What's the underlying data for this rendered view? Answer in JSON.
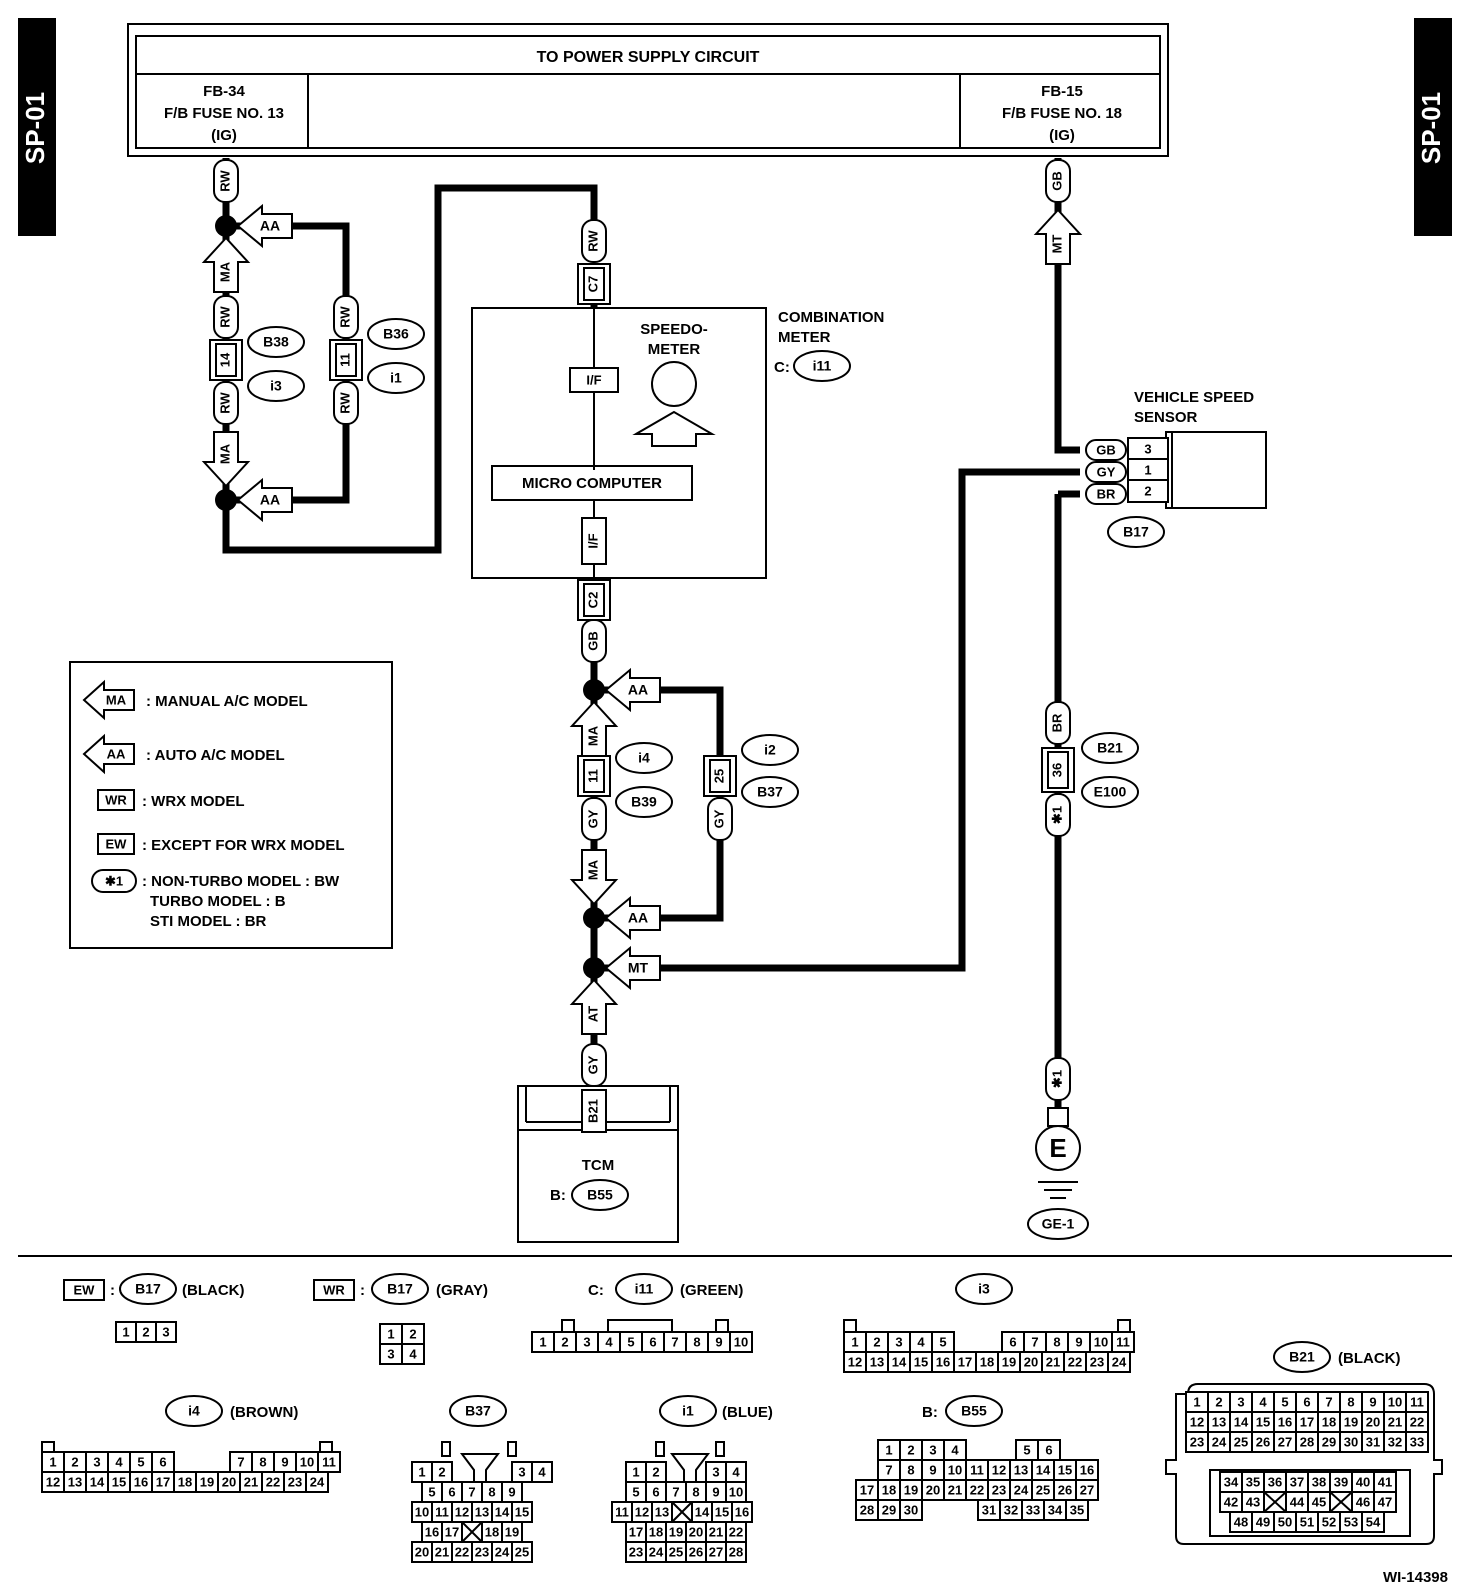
{
  "page": {
    "tag_left": "SP-01",
    "tag_right": "SP-01",
    "figure_id": "WI-14398"
  },
  "power": {
    "title": "TO POWER SUPPLY CIRCUIT",
    "left": {
      "line1": "FB-34",
      "line2": "F/B FUSE NO. 13",
      "line3": "(IG)"
    },
    "right": {
      "line1": "FB-15",
      "line2": "F/B FUSE NO. 18",
      "line3": "(IG)"
    }
  },
  "wires": {
    "RW": "RW",
    "GB": "GB",
    "GY": "GY",
    "BR": "BR",
    "star1": "✱1"
  },
  "tags": {
    "MA": "MA",
    "AA": "AA",
    "MT": "MT",
    "AT": "AT"
  },
  "pins": {
    "p14": "14",
    "p11": "11",
    "p25": "25",
    "p36": "36",
    "C7": "C7",
    "C2": "C2",
    "B21": "B21"
  },
  "connectors": {
    "B38": "B38",
    "i3": "i3",
    "B36": "B36",
    "i1": "i1",
    "i11": "i11",
    "i4": "i4",
    "B39": "B39",
    "i2": "i2",
    "B37": "B37",
    "B21": "B21",
    "E100": "E100",
    "B17": "B17",
    "B55": "B55"
  },
  "meter": {
    "name1": "COMBINATION",
    "name2": "METER",
    "prefix": "C:",
    "speedo1": "SPEEDO-",
    "speedo2": "METER",
    "if_label": "I/F",
    "micro": "MICRO COMPUTER"
  },
  "vss": {
    "name1": "VEHICLE SPEED",
    "name2": "SENSOR",
    "pins": [
      "3",
      "1",
      "2"
    ]
  },
  "tcm": {
    "name": "TCM",
    "prefix": "B:"
  },
  "ground": {
    "symbol": "E",
    "label": "GE-1"
  },
  "legend": {
    "ma_text": ": MANUAL A/C MODEL",
    "aa_text": ": AUTO A/C MODEL",
    "wr_sym": "WR",
    "wr_text": ": WRX MODEL",
    "ew_sym": "EW",
    "ew_text": ": EXCEPT FOR WRX  MODEL",
    "star_sym": "✱1",
    "star_lines": [
      ": NON-TURBO MODEL : BW",
      "TURBO MODEL         : B",
      "STI MODEL              : BR"
    ]
  },
  "pinouts": {
    "b17_ew": {
      "sym": "EW",
      "colon": ":",
      "color": "(BLACK)",
      "pins": [
        "1",
        "2",
        "3"
      ]
    },
    "b17_wr": {
      "sym": "WR",
      "colon": ":",
      "color": "(GRAY)",
      "pins": [
        "1",
        "2",
        "3",
        "4"
      ]
    },
    "i11": {
      "prefix": "C:",
      "color": "(GREEN)",
      "pins": [
        "1",
        "2",
        "3",
        "4",
        "5",
        "6",
        "7",
        "8",
        "9",
        "10"
      ]
    },
    "i3": {
      "row1": [
        "1",
        "2",
        "3",
        "4",
        "5",
        "",
        "6",
        "7",
        "8",
        "9",
        "10",
        "11"
      ],
      "row2": [
        "12",
        "13",
        "14",
        "15",
        "16",
        "17",
        "18",
        "19",
        "20",
        "21",
        "22",
        "23",
        "24"
      ]
    },
    "i4": {
      "color": "(BROWN)",
      "row1": [
        "1",
        "2",
        "3",
        "4",
        "5",
        "6",
        "",
        "7",
        "8",
        "9",
        "10",
        "11"
      ],
      "row2": [
        "12",
        "13",
        "14",
        "15",
        "16",
        "17",
        "18",
        "19",
        "20",
        "21",
        "22",
        "23",
        "24"
      ]
    },
    "b37": {
      "rows": [
        [
          "1",
          "2",
          "",
          "3",
          "4"
        ],
        [
          "5",
          "6",
          "7",
          "8",
          "9"
        ],
        [
          "10",
          "11",
          "12",
          "13",
          "14",
          "15"
        ],
        [
          "16",
          "17",
          "X",
          "18",
          "19"
        ],
        [
          "20",
          "21",
          "22",
          "23",
          "24",
          "25"
        ]
      ]
    },
    "i1": {
      "color": "(BLUE)",
      "rows": [
        [
          "1",
          "2",
          "",
          "3",
          "4"
        ],
        [
          "5",
          "6",
          "7",
          "8",
          "9",
          "10"
        ],
        [
          "11",
          "12",
          "13",
          "X",
          "14",
          "15",
          "16"
        ],
        [
          "17",
          "18",
          "19",
          "20",
          "21",
          "22"
        ],
        [
          "23",
          "24",
          "25",
          "26",
          "27",
          "28"
        ]
      ]
    },
    "b55": {
      "prefix": "B:",
      "rows": [
        [
          "1",
          "2",
          "3",
          "4",
          "",
          "5",
          "6"
        ],
        [
          "7",
          "8",
          "9",
          "10",
          "11",
          "12",
          "13",
          "14",
          "15",
          "16"
        ],
        [
          "17",
          "18",
          "19",
          "20",
          "21",
          "22",
          "23",
          "24",
          "25",
          "26",
          "27"
        ],
        [
          "28",
          "29",
          "30",
          "",
          "31",
          "32",
          "33",
          "34",
          "35"
        ]
      ]
    },
    "b21": {
      "color": "(BLACK)",
      "rows": [
        [
          "1",
          "2",
          "3",
          "4",
          "5",
          "6",
          "7",
          "8",
          "9",
          "10",
          "11"
        ],
        [
          "12",
          "13",
          "14",
          "15",
          "16",
          "17",
          "18",
          "19",
          "20",
          "21",
          "22"
        ],
        [
          "23",
          "24",
          "25",
          "26",
          "27",
          "28",
          "29",
          "30",
          "31",
          "32",
          "33"
        ]
      ],
      "rows_lower": [
        [
          "34",
          "35",
          "36",
          "37",
          "38",
          "39",
          "40",
          "41"
        ],
        [
          "42",
          "43",
          "X",
          "44",
          "45",
          "X",
          "46",
          "47"
        ],
        [
          "48",
          "49",
          "50",
          "51",
          "52",
          "53",
          "54"
        ]
      ]
    }
  }
}
